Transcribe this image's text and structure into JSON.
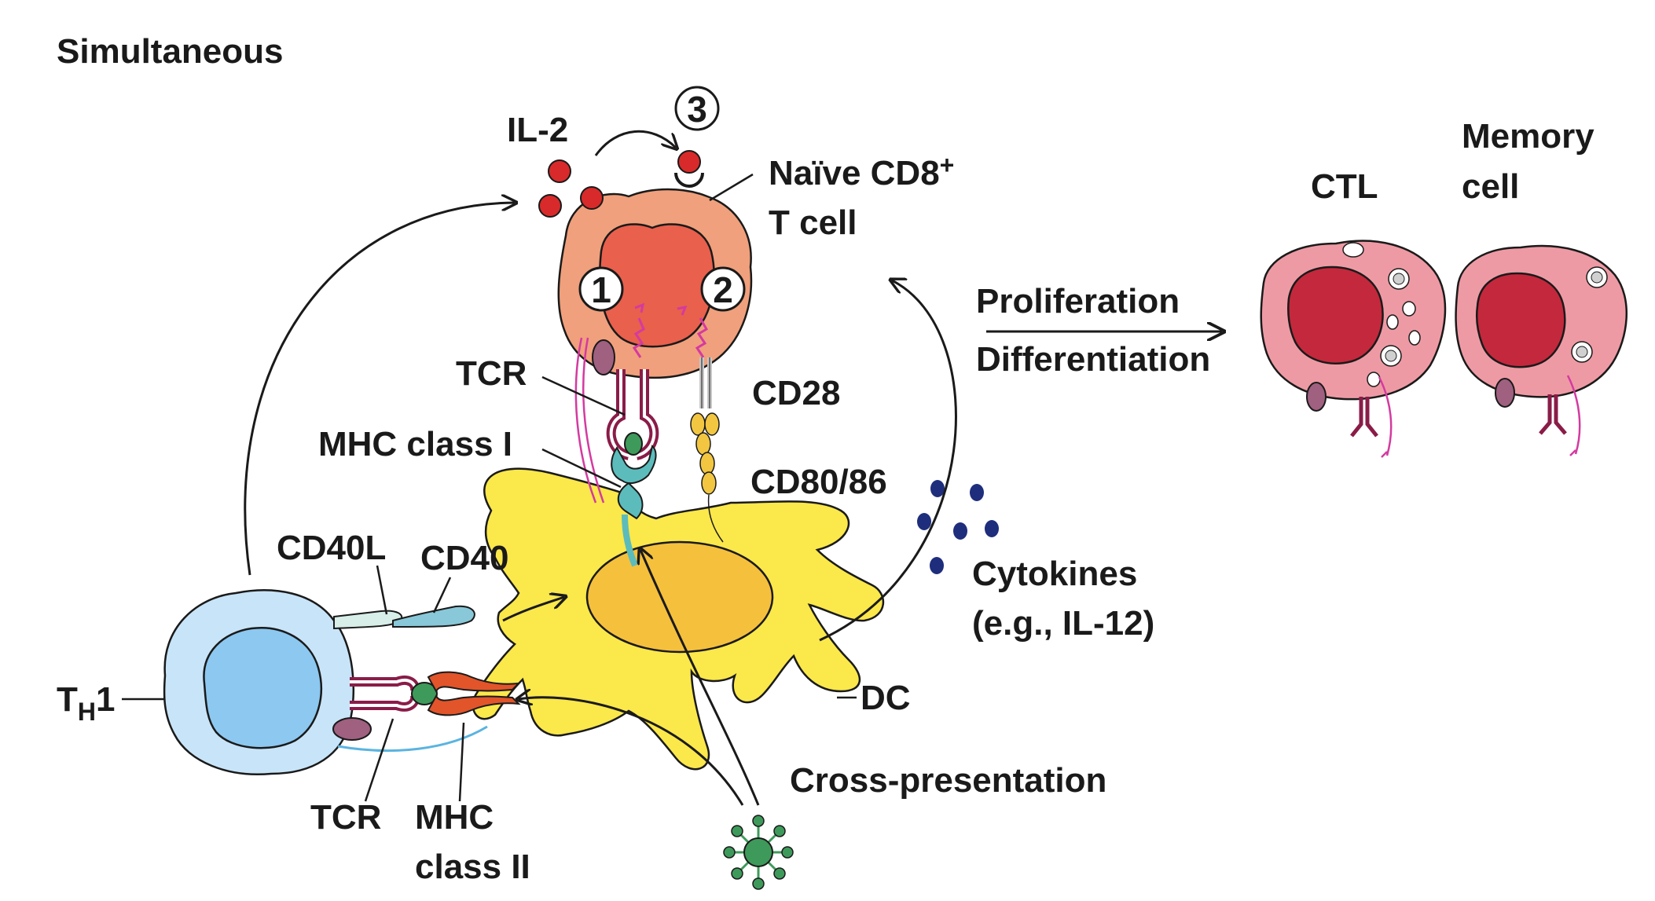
{
  "title": "Simultaneous",
  "labels": {
    "il2": "IL-2",
    "step3": "3",
    "naive_line1": "Naïve CD8",
    "naive_sup": "+",
    "naive_line2": "T cell",
    "step1": "1",
    "step2": "2",
    "tcr_top": "TCR",
    "mhc1": "MHC class I",
    "cd28": "CD28",
    "cd8086": "CD80/86",
    "cd40l": "CD40L",
    "cd40": "CD40",
    "cytokines": "Cytokines",
    "cytokines_eg": "(e.g., IL-12)",
    "th1_main": "T",
    "th1_sub": "H",
    "th1_num": "1",
    "dc": "DC",
    "cross": "Cross-presentation",
    "tcr_bottom": "TCR",
    "mhc2_line1": "MHC",
    "mhc2_line2": "class II",
    "proliferation": "Proliferation",
    "differentiation": "Differentiation",
    "ctl": "CTL",
    "memory_line1": "Memory",
    "memory_line2": "cell"
  },
  "colors": {
    "naive_cell": "#f0a07c",
    "naive_nucleus": "#e9604c",
    "dc_body": "#fbe84a",
    "dc_nucleus": "#f5c03c",
    "th1_cell": "#c8e4f8",
    "th1_nucleus": "#8cc8f0",
    "effector_cell": "#ee9aa4",
    "effector_nucleus": "#c4283c",
    "il2": "#d82a2a",
    "cytokine": "#1e2e7c",
    "tcr": "#8a1c48",
    "mhc1": "#5cbcbc",
    "mhc2": "#e2542a",
    "cd28": "#f2c640",
    "antigen": "#3e9a5a",
    "virus": "#3e9a5a"
  }
}
